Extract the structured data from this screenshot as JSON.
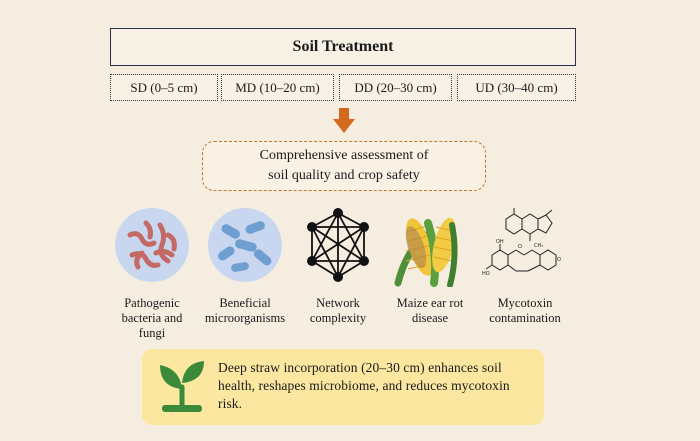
{
  "header": {
    "title": "Soil Treatment"
  },
  "depths": [
    {
      "label": "SD (0–5 cm)"
    },
    {
      "label": "MD (10–20 cm)"
    },
    {
      "label": "DD (20–30 cm)"
    },
    {
      "label": "UD (30–40 cm)"
    }
  ],
  "assessment": {
    "line1": "Comprehensive assessment of",
    "line2": "soil quality and crop safety"
  },
  "indicators": [
    {
      "line1": "Pathogenic",
      "line2": "bacteria and",
      "line3": "fungi",
      "icon": "pathogen-icon"
    },
    {
      "line1": "Beneficial",
      "line2": "microorganisms",
      "line3": "",
      "icon": "bacteria-icon"
    },
    {
      "line1": "Network",
      "line2": "complexity",
      "line3": "",
      "icon": "network-icon"
    },
    {
      "line1": "Maize ear rot",
      "line2": "disease",
      "line3": "",
      "icon": "maize-icon"
    },
    {
      "line1": "Mycotoxin",
      "line2": "contamination",
      "line3": "",
      "icon": "molecule-icon"
    }
  ],
  "conclusion": {
    "text": "Deep straw incorporation (20–30 cm) enhances soil health, reshapes microbiome, and reduces mycotoxin risk.",
    "icon": "sprout-icon"
  },
  "colors": {
    "background": "#f5eee0",
    "arrow": "#d2691e",
    "dashed_border": "#c9712e",
    "conclusion_bg": "#fbe7a0",
    "sprout": "#3a8a3a"
  }
}
